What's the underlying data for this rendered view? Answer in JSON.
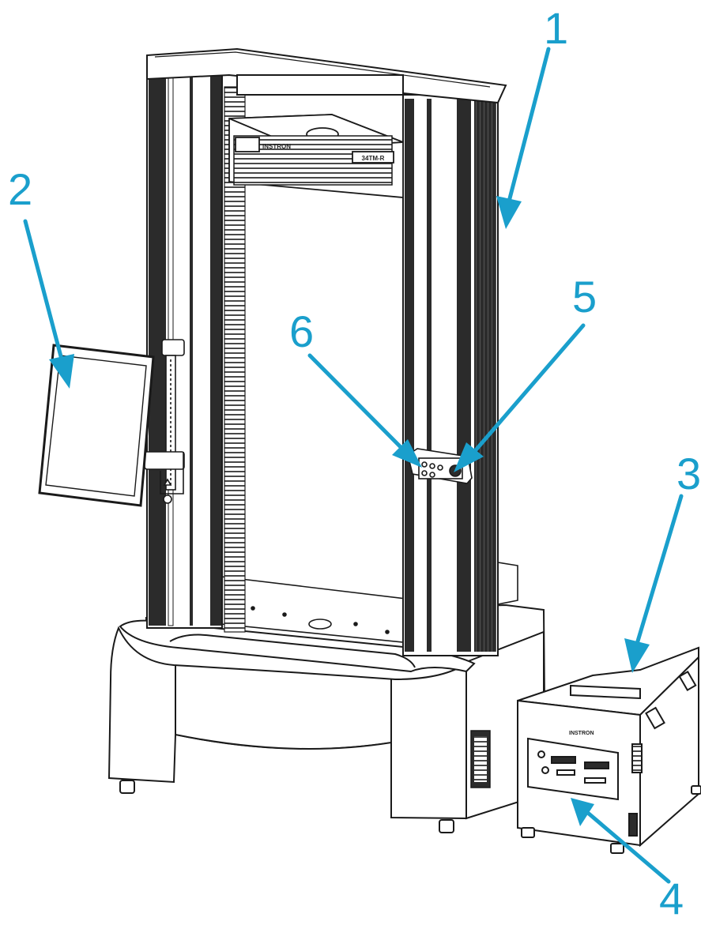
{
  "figure": {
    "accent_color": "#1a9fcc",
    "line_color": "#1a1a1a",
    "column_color": "#2b2b2b",
    "brand_text": "INSTRON",
    "model_text": "34TM-R",
    "callouts": [
      {
        "id": "1",
        "label": "1"
      },
      {
        "id": "2",
        "label": "2"
      },
      {
        "id": "3",
        "label": "3"
      },
      {
        "id": "4",
        "label": "4"
      },
      {
        "id": "5",
        "label": "5"
      },
      {
        "id": "6",
        "label": "6"
      }
    ]
  }
}
